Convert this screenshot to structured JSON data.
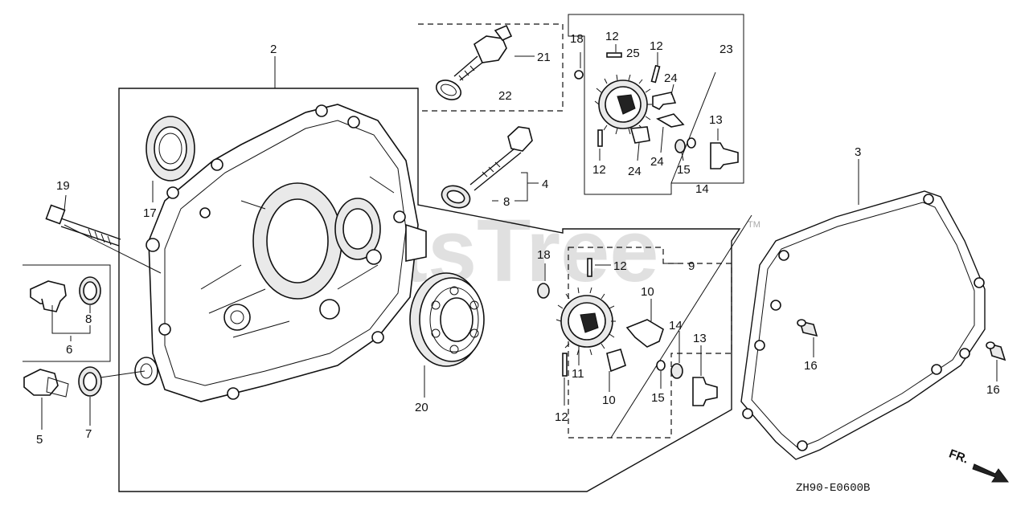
{
  "diagram": {
    "watermark": "PartsTree",
    "watermark_tm": "TM",
    "drawing_code": "ZH90-E0600B",
    "direction_label": "FR.",
    "callouts": {
      "c2": "2",
      "c3": "3",
      "c4": "4",
      "c5": "5",
      "c6": "6",
      "c7": "7",
      "c8a": "8",
      "c8b": "8",
      "c9": "9",
      "c10a": "10",
      "c10b": "10",
      "c11": "11",
      "c12a": "12",
      "c12b": "12",
      "c12c": "12",
      "c12d": "12",
      "c12e": "12",
      "c13a": "13",
      "c13b": "13",
      "c14a": "14",
      "c14b": "14",
      "c15a": "15",
      "c15b": "15",
      "c16a": "16",
      "c16b": "16",
      "c17": "17",
      "c18a": "18",
      "c18b": "18",
      "c19": "19",
      "c20": "20",
      "c21": "21",
      "c22": "22",
      "c23": "23",
      "c24a": "24",
      "c24b": "24",
      "c24c": "24",
      "c25": "25"
    }
  }
}
